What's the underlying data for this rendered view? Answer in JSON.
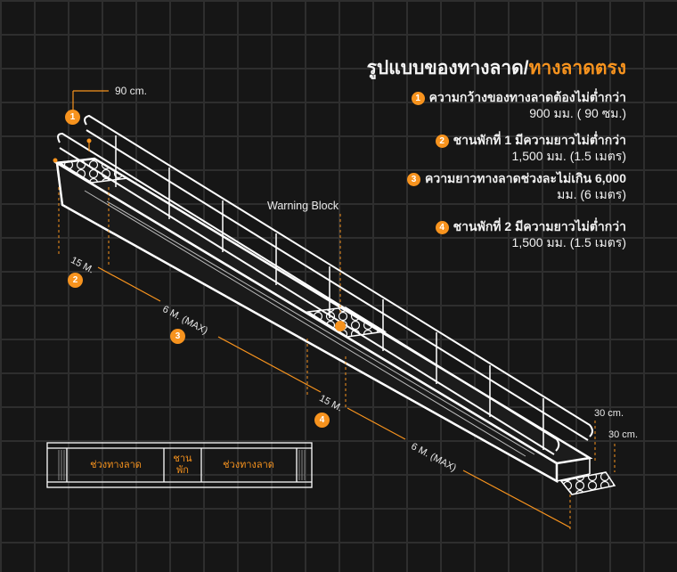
{
  "title": {
    "main": "รูปแบบของทางลาด/",
    "highlight": "ทางลาดตรง"
  },
  "items": [
    {
      "num": "1",
      "line1": "ความกว้างของทางลาดต้องไม่ต่ำกว่า",
      "line2": "900 มม. ( 90 ซม.)"
    },
    {
      "num": "2",
      "line1": "ชานพักที่ 1 มีความยาวไม่ต่ำกว่า",
      "line2": "1,500 มม. (1.5 เมตร)"
    },
    {
      "num": "3",
      "line1": "ความยาวทางลาดช่วงละไม่เกิน 6,000",
      "line2": "มม. (6 เมตร)"
    },
    {
      "num": "4",
      "line1": "ชานพักที่ 2 มีความยาวไม่ต่ำกว่า",
      "line2": "1,500 มม. (1.5 เมตร)"
    }
  ],
  "labels": {
    "width_90": "90 cm.",
    "warning_block": "Warning Block",
    "dim_15m_1": "15 M.",
    "dim_6m_1": "6 M. (MAX)",
    "dim_15m_2": "15 M.",
    "dim_6m_2": "6 M. (MAX)",
    "dim_30_a": "30 cm.",
    "dim_30_b": "30 cm."
  },
  "badges": [
    "1",
    "2",
    "3",
    "4"
  ],
  "plan": {
    "left": "ช่วงทางลาด",
    "middle": "ชาน\nพัก",
    "right": "ช่วงทางลาด"
  },
  "colors": {
    "accent": "#f7931e",
    "line": "#ffffff",
    "background": "#161616",
    "grid": "#2e2e2e"
  }
}
